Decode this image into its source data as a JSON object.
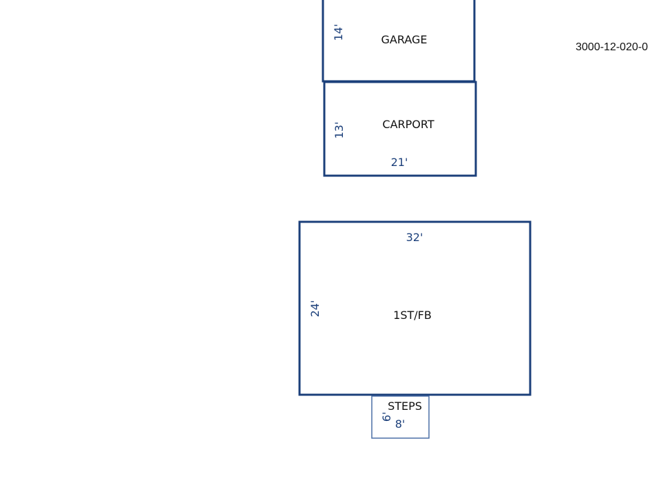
{
  "parcel_id": "3000-12-020-0",
  "colors": {
    "outline": "#1b3f7a",
    "steps_outline": "#4a6fa5",
    "dimension_text": "#1b3f7a",
    "label_text": "#111111",
    "background": "#ffffff"
  },
  "areas": {
    "garage": {
      "label": "GARAGE",
      "side_dimension": "14'"
    },
    "carport": {
      "label": "CARPORT",
      "side_dimension": "13'",
      "bottom_dimension": "21'"
    },
    "house": {
      "label": "1ST/FB",
      "top_dimension": "32'",
      "side_dimension": "24'"
    },
    "steps": {
      "label": "STEPS",
      "side_dimension": "6'",
      "bottom_dimension": "8'"
    }
  }
}
